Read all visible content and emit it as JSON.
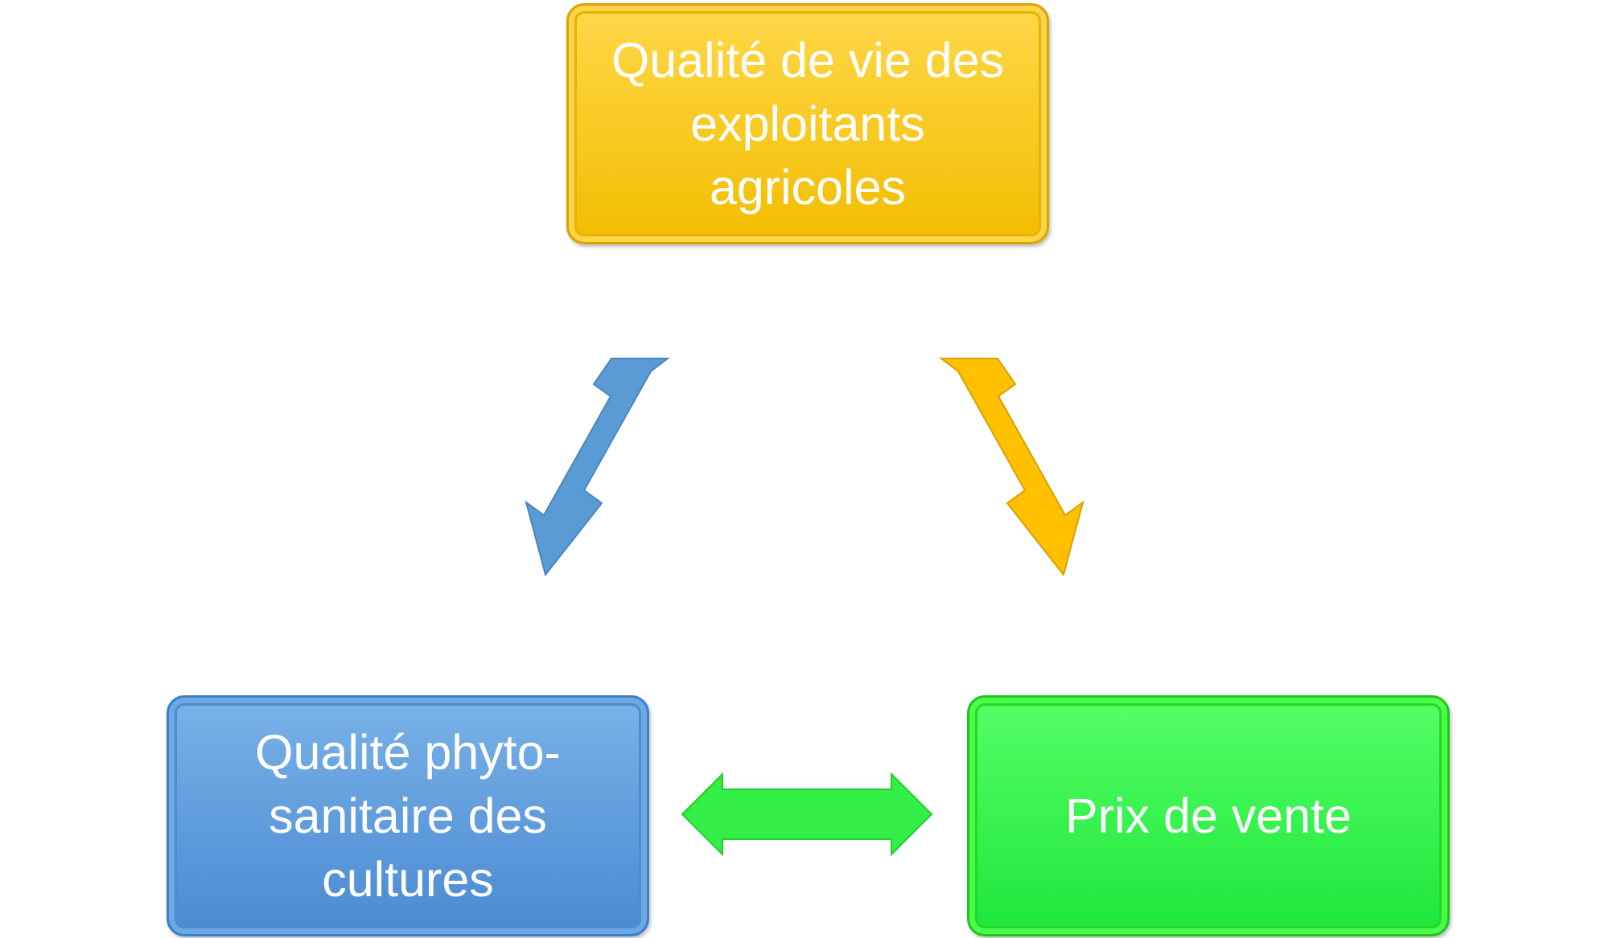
{
  "nodes": {
    "top": {
      "label": "Qualité de vie des exploitants agricoles",
      "color_top": "#ffd84a",
      "color_bottom": "#f2bd00"
    },
    "left": {
      "label": "Qualité phyto-sanitaire des cultures",
      "color_top": "#7ab2e8",
      "color_bottom": "#4a8ad2"
    },
    "right": {
      "label": "Prix de vente",
      "color_top": "#55ff66",
      "color_bottom": "#1ee63a"
    }
  },
  "arrows": {
    "left": {
      "color": "#5b9bd5"
    },
    "right": {
      "color": "#ffc000"
    },
    "bottom": {
      "color": "#33ee44"
    }
  }
}
